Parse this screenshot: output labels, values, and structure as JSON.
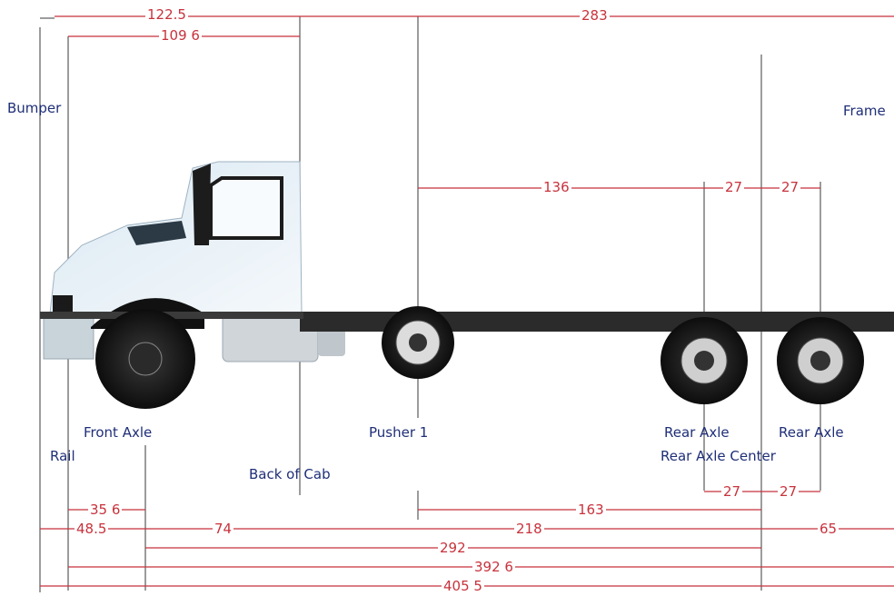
{
  "colors": {
    "dimension": "#c8323c",
    "label": "#1f2f78",
    "guide": "#5a5a5a",
    "frame": "#2b2b2b",
    "cab": "#e8f2f8"
  },
  "labels": {
    "bumper": "Bumper",
    "frame": "Frame",
    "front_axle": "Front Axle",
    "rail": "Rail",
    "back_of_cab": "Back of Cab",
    "pusher_1": "Pusher 1",
    "rear_axle_1": "Rear Axle",
    "rear_axle_2": "Rear Axle",
    "rear_axle_center": "Rear Axle Center"
  },
  "dimensions": {
    "top_1": "122.5",
    "top_2": "109 6",
    "top_3": "283",
    "mid_1": "136",
    "mid_2": "27",
    "mid_3": "27",
    "low_1": "27",
    "low_2": "27",
    "b_35_6": "35 6",
    "b_163": "163",
    "b_48_5": "48.5",
    "b_74": "74",
    "b_218": "218",
    "b_65": "65",
    "b_292": "292",
    "b_392_6": "392 6",
    "b_405_5": "405 5"
  }
}
